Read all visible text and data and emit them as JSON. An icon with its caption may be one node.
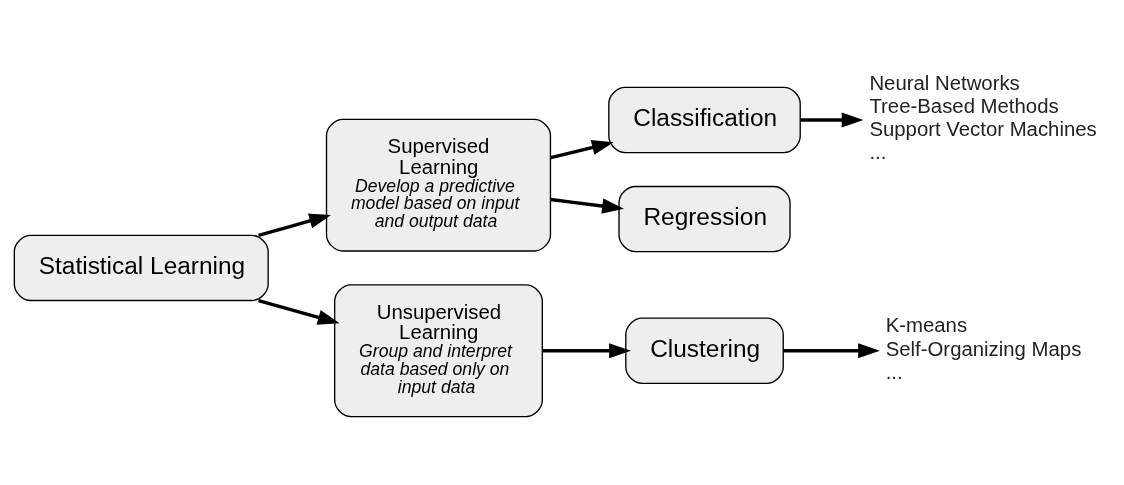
{
  "diagram": {
    "nodes": [
      {
        "text": [
          "Statistical Learning"
        ]
      },
      {
        "text": [
          "Supervised Learning",
          "Develop a predictive model based on input and output data"
        ]
      },
      {
        "text": [
          "Unsupervised Learning",
          "Group and interpret data based only on input data"
        ]
      },
      {
        "text": [
          "Classification"
        ]
      },
      {
        "text": [
          "Regression"
        ]
      },
      {
        "text": [
          "Clustering"
        ]
      },
      {
        "text": [
          "Neural Networks",
          "Tree-Based Methods",
          "Support Vector Machines",
          "..."
        ]
      },
      {
        "text": [
          "K-means",
          "Self-Organizing Maps",
          "..."
        ]
      }
    ],
    "edges": [
      {
        "from": 0,
        "to": 1,
        "arrow": "to"
      },
      {
        "from": 0,
        "to": 2,
        "arrow": "to"
      },
      {
        "from": 1,
        "to": 3,
        "arrow": "to"
      },
      {
        "from": 1,
        "to": 4,
        "arrow": "to"
      },
      {
        "from": 3,
        "to": 6,
        "arrow": "to"
      },
      {
        "from": 2,
        "to": 5,
        "arrow": "to"
      },
      {
        "from": 5,
        "to": 7,
        "arrow": "to"
      }
    ]
  }
}
